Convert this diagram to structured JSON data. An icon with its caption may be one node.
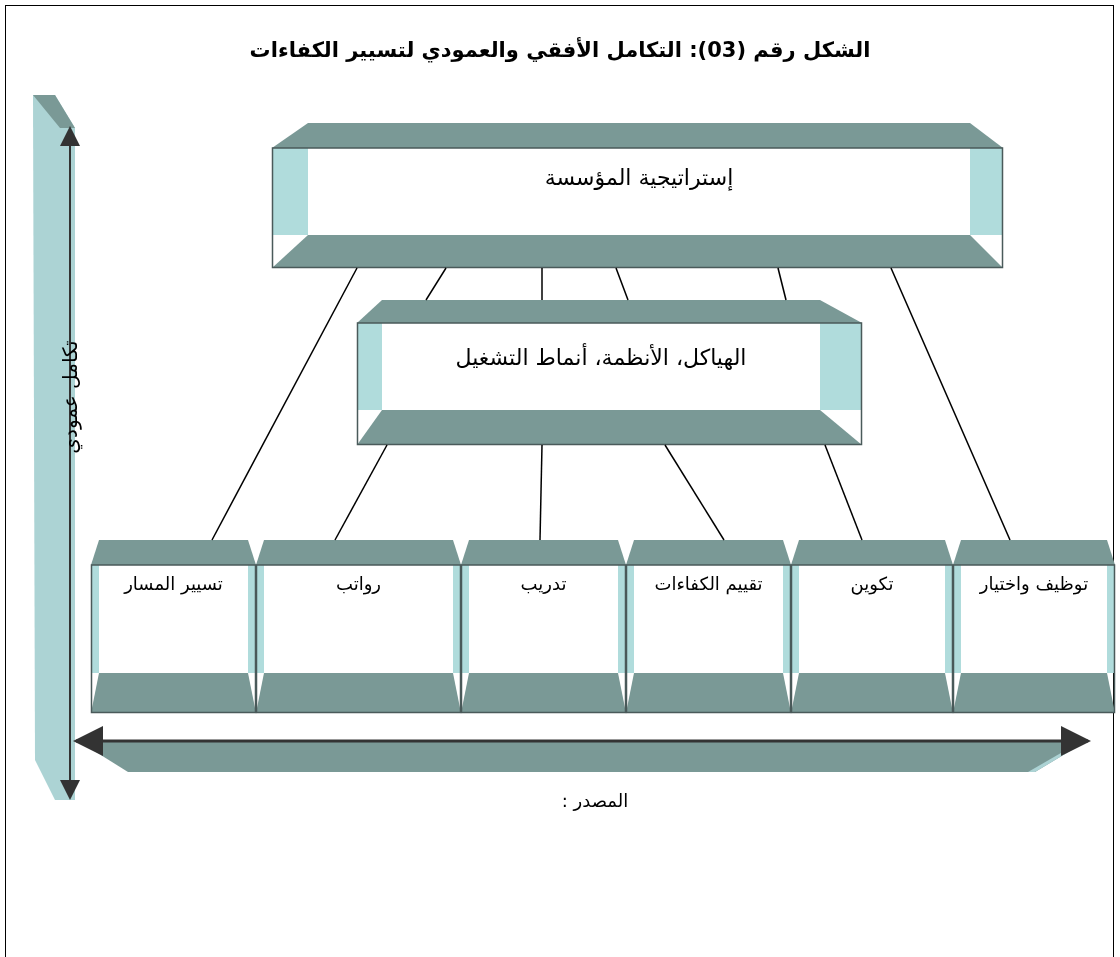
{
  "diagram": {
    "title": "الشكل رقم (03): التكامل الأفقي والعمودي لتسيير الكفاءات",
    "nodes": [
      {
        "text": [
          "إستراتيجية المؤسسة"
        ]
      },
      {
        "text": [
          "الهياكل، الأنظمة، أنماط التشغيل"
        ]
      },
      {
        "text": [
          "توظيف واختيار"
        ]
      },
      {
        "text": [
          "تكوين"
        ]
      },
      {
        "text": [
          "تقييم الكفاءات"
        ]
      },
      {
        "text": [
          "تدريب"
        ]
      },
      {
        "text": [
          "رواتب"
        ]
      },
      {
        "text": [
          "تسيير المسار"
        ]
      }
    ],
    "edges": [
      {
        "from": 0,
        "to": 7,
        "arrow": "none"
      },
      {
        "from": 0,
        "to": 2,
        "arrow": "none"
      },
      {
        "from": 0,
        "to": 1,
        "arrow": "none"
      },
      {
        "from": 0,
        "to": 1,
        "arrow": "none"
      },
      {
        "from": 0,
        "to": 1,
        "arrow": "none"
      },
      {
        "from": 0,
        "to": 1,
        "arrow": "none"
      },
      {
        "from": 1,
        "to": 6,
        "arrow": "none"
      },
      {
        "from": 1,
        "to": 5,
        "arrow": "none"
      },
      {
        "from": 1,
        "to": 4,
        "arrow": "none"
      },
      {
        "from": 1,
        "to": 3,
        "arrow": "none"
      }
    ],
    "labels": [
      "تكامل عمودي",
      "المصدر :"
    ]
  }
}
